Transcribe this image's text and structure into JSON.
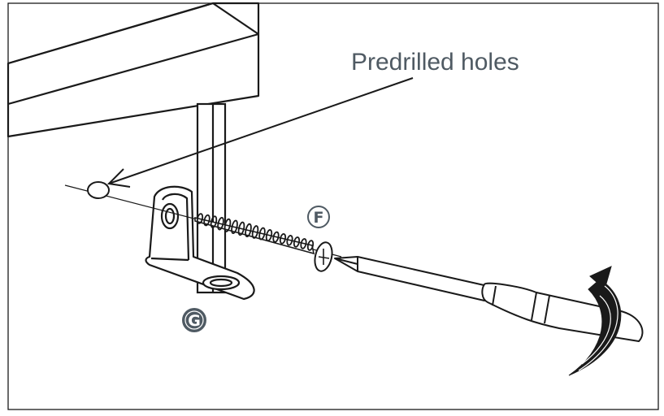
{
  "callout": {
    "label": "Predrilled holes"
  },
  "markers": {
    "screw": "F",
    "bracket": "G"
  },
  "colors": {
    "line": "#1a1a1a",
    "label": "#4f5a63",
    "badge_fill": "#4f5a63"
  },
  "parts": {
    "screw_icon": "wood-screw-icon",
    "bracket_icon": "l-bracket-icon",
    "screwdriver_icon": "screwdriver-icon",
    "rotation_icon": "clockwise-rotation-arrow-icon"
  }
}
